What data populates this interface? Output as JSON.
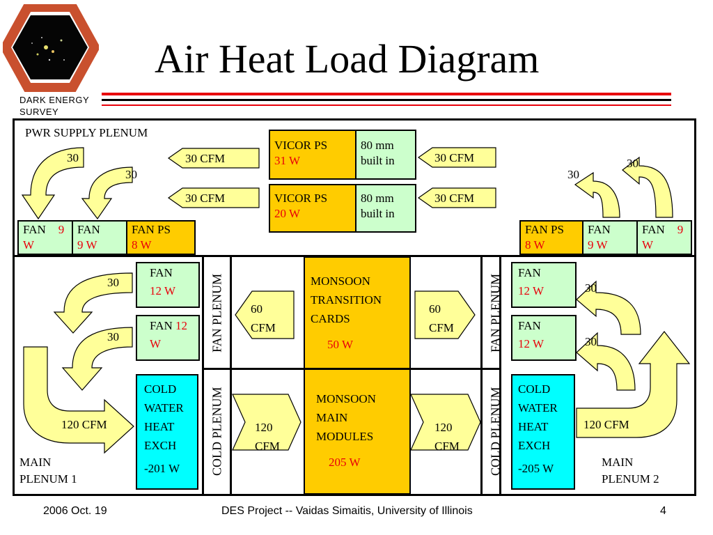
{
  "title": "Air Heat Load Diagram",
  "logo": {
    "line1": "DARK ENERGY",
    "line2": "SURVEY",
    "icon": "hexagon-galaxy-logo"
  },
  "colors": {
    "fan_green": "#ccffcc",
    "ps_orange": "#ffcc00",
    "hx_cyan": "#00ffff",
    "arrow_yellow": "#ffff99",
    "accent_red": "#e8000a"
  },
  "top": {
    "plenum_label": "PWR SUPPLY PLENUM",
    "vicor1": {
      "name": "VICOR  PS",
      "watts": "31 W",
      "fan": [
        "80 mm",
        "built in"
      ]
    },
    "vicor2": {
      "name": "VICOR PS",
      "watts": "20 W",
      "fan": [
        "80 mm",
        "built in"
      ]
    },
    "cfm": "30 CFM",
    "arrow_30": "30"
  },
  "fan_row": {
    "left": [
      {
        "name": "FAN",
        "w_prefix": "9",
        "w": "W"
      },
      {
        "name": "FAN",
        "w": "9 W"
      },
      {
        "name": "FAN PS",
        "w": "8 W"
      }
    ],
    "right": [
      {
        "name": "FAN PS",
        "w": "8 W"
      },
      {
        "name": "FAN",
        "w": "9 W"
      },
      {
        "name": "FAN",
        "w_prefix": "9",
        "w": "W"
      }
    ]
  },
  "main": {
    "fan_plenum": "FAN PLENUM",
    "cold_plenum": "COLD PLENUM",
    "left_fans": [
      {
        "name": "FAN",
        "w": "12 W"
      },
      {
        "name": "FAN",
        "w_inline": "12",
        "w": "W"
      }
    ],
    "right_fans": [
      {
        "name": "FAN",
        "w": "12 W"
      },
      {
        "name": "FAN",
        "w": "12 W"
      }
    ],
    "cfm60": [
      "60",
      "CFM"
    ],
    "cfm120_center": [
      "120",
      "CFM"
    ],
    "cfm120_side": "120 CFM",
    "transition": {
      "lines": [
        "MONSOON",
        "TRANSITION",
        "CARDS"
      ],
      "w": "50 W"
    },
    "modules": {
      "lines": [
        "MONSOON",
        "MAIN",
        "MODULES"
      ],
      "w": "205 W"
    },
    "hx_left": {
      "lines": [
        "COLD",
        "WATER",
        "HEAT",
        "EXCH"
      ],
      "w": "-201 W"
    },
    "hx_right": {
      "lines": [
        "COLD",
        "WATER",
        "HEAT",
        "EXCH"
      ],
      "w": "-205 W"
    },
    "plenum1": [
      "MAIN",
      "PLENUM 1"
    ],
    "plenum2": [
      "MAIN",
      "PLENUM 2"
    ],
    "arrow_30": "30"
  },
  "footer": {
    "date": "2006 Oct. 19",
    "center": "DES Project -- Vaidas Simaitis,  University of Illinois",
    "page": "4"
  }
}
